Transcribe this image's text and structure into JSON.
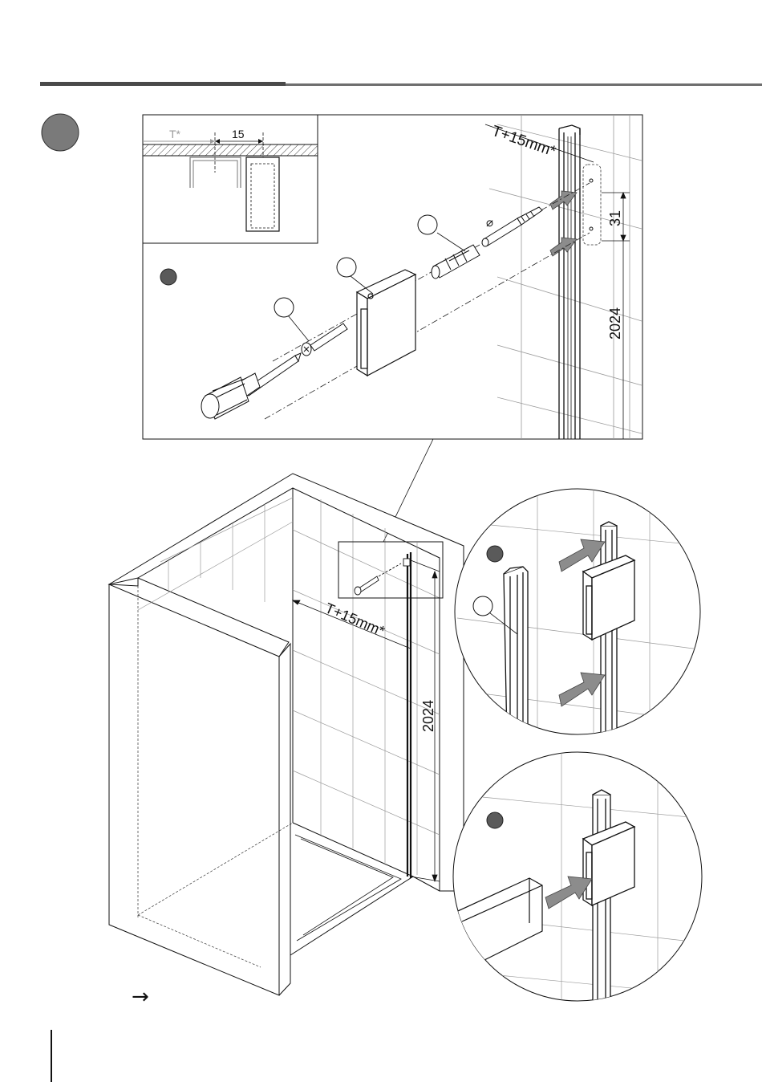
{
  "colors": {
    "rule_dark": "#4a4a4a",
    "rule_mid": "#6e6e6e",
    "step_badge": "#7a7a7a",
    "sub_badge": "#5a5a5a",
    "arrow_fill": "#8c8c8c",
    "line": "#1a1a1a",
    "tile_line": "#9a9a9a",
    "inset_grey_text": "#9a9a9a"
  },
  "inset": {
    "t_star": "T*",
    "gap_15": "15"
  },
  "top_panel": {
    "offset_label": "T+15mm*",
    "height_31": "31",
    "height_2024": "2024",
    "drill_diameter_symbol": "⌀"
  },
  "main_view": {
    "offset_label": "T+15mm*",
    "height_2024": "2024"
  },
  "footer": {
    "arrow": "→"
  }
}
